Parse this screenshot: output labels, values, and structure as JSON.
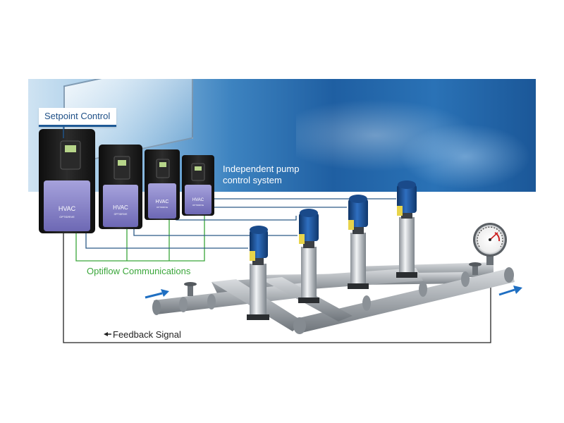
{
  "labels": {
    "setpoint_control": "Setpoint Control",
    "independent_pump_line1": "Independent pump",
    "independent_pump_line2": "control system",
    "optiflow_communications": "Optiflow Communications",
    "feedback_signal": "Feedback Signal"
  },
  "drive_text": {
    "brand": "HVAC",
    "model": "OPTIDRIVE"
  },
  "icons": {
    "feedback_arrow": "arrow-left-icon",
    "flow_in": "flow-arrow-right-icon",
    "flow_out": "flow-arrow-right-icon",
    "gauge": "pressure-gauge-icon"
  },
  "colors": {
    "control_line": "#2c5a87",
    "optiflow_line": "#3aa63a",
    "feedback_line": "#222222",
    "drive_body": "#1a1a1a",
    "drive_panel": "#8a86c8",
    "pump_motor": "#1d4f93",
    "pipe": "#9ea3a8",
    "flow_arrow": "#1f6fc2",
    "banner_dark": "#1f5fa2"
  }
}
